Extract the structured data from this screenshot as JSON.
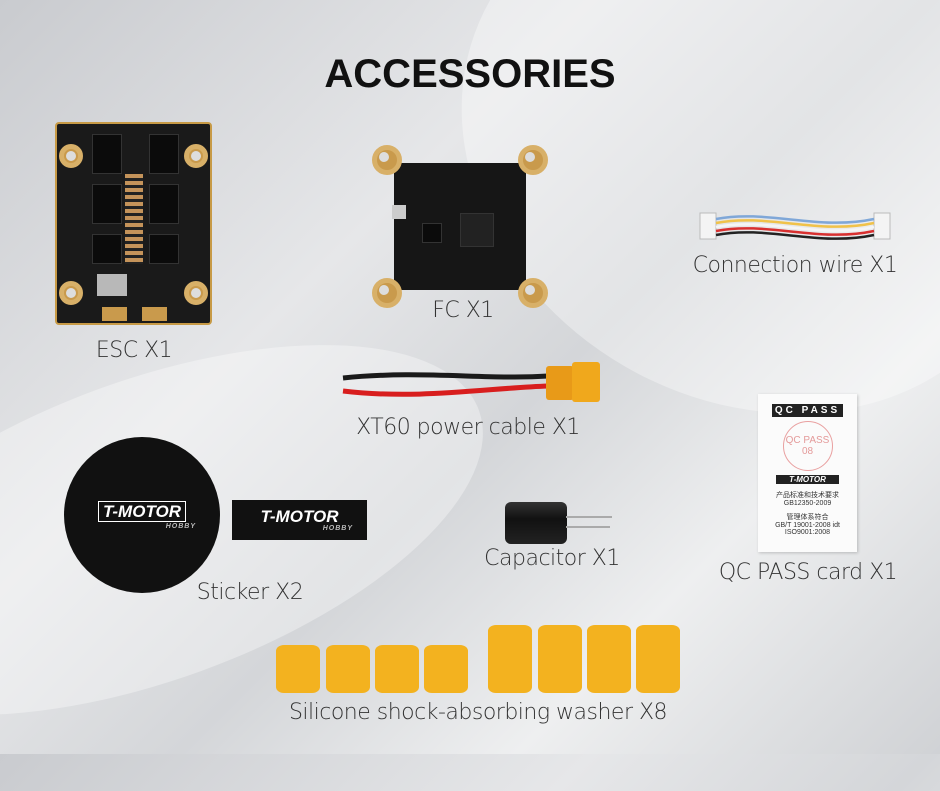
{
  "title": "ACCESSORIES",
  "items": [
    {
      "label": "ESC X1"
    },
    {
      "label": "FC X1"
    },
    {
      "label": "Connection wire X1"
    },
    {
      "label": "XT60 power cable X1"
    },
    {
      "label": "Sticker X2"
    },
    {
      "label": "Capacitor X1"
    },
    {
      "label": "QC PASS card X1"
    },
    {
      "label": "Silicone shock-absorbing washer X8"
    }
  ],
  "sticker": {
    "brand": "T-MOTOR",
    "sub": "HOBBY"
  },
  "qc_card": {
    "header": "QC PASS",
    "stamp": "QC PASS 08",
    "brand": "T-MOTOR",
    "line1": "产品标准和技术要求",
    "line2": "GB12350-2009",
    "line3": "管理体系符合",
    "line4": "GB/T 19001-2008 idt",
    "line5": "ISO9001:2008"
  },
  "colors": {
    "washer": "#f3b21f",
    "xt60": "#f0a81c",
    "board": "#1a1a1a",
    "pad": "#c99a4c"
  }
}
